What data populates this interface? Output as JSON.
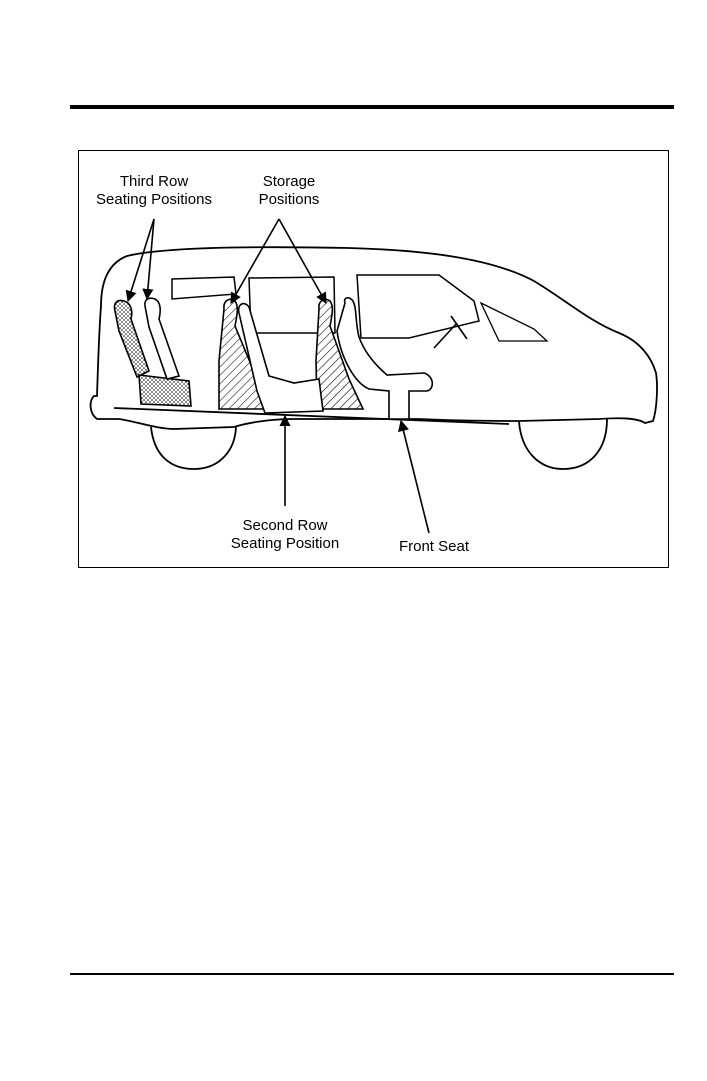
{
  "figure": {
    "labels": {
      "third_row": [
        "Third Row",
        "Seating Positions"
      ],
      "storage": [
        "Storage",
        "Positions"
      ],
      "second_row": [
        "Second Row",
        "Seating Position"
      ],
      "front_seat": [
        "Front Seat"
      ]
    }
  }
}
